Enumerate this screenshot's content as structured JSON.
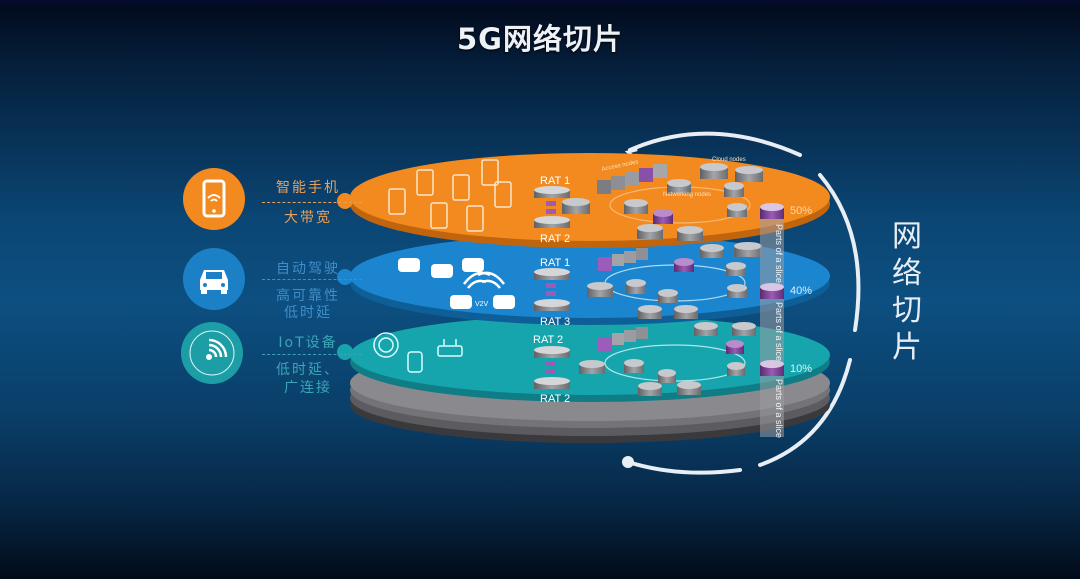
{
  "title": "5G网络切片",
  "side_title": [
    "网",
    "络",
    "切",
    "片"
  ],
  "colors": {
    "orange": "#f28a1f",
    "blue": "#1b86cf",
    "teal": "#17a5ad",
    "purple": "#7a3b91",
    "gray_node": "#8c8c90",
    "background": "#0c4f80"
  },
  "use_cases": [
    {
      "icon": "smartphone-wifi-icon",
      "top_label": "智能手机",
      "bottom_label": [
        "大带宽"
      ],
      "label_color": "#e9a05a"
    },
    {
      "icon": "car-icon",
      "top_label": "自动驾驶",
      "bottom_label": [
        "高可靠性",
        "低时延"
      ],
      "label_color": "#3f8ec9"
    },
    {
      "icon": "iot-wireless-icon",
      "top_label": "IoT设备",
      "bottom_label": [
        "低时延、",
        "广连接"
      ],
      "label_color": "#3aa5b5"
    }
  ],
  "slices": [
    {
      "name": "orange",
      "rat_top": "RAT 1",
      "rat_bottom": "RAT 2",
      "percent": "50%",
      "node_labels": {
        "access": "Access nodes",
        "cloud": "Cloud nodes",
        "networking": "Networking nodes"
      }
    },
    {
      "name": "blue",
      "rat_top": "RAT 1",
      "rat_bottom": "RAT 3",
      "percent": "40%",
      "v2v": "V2V"
    },
    {
      "name": "teal",
      "rat_top": "RAT 2",
      "rat_bottom": "RAT 2",
      "percent": "10%"
    }
  ],
  "slice_bar_label": "Parts of a slice"
}
